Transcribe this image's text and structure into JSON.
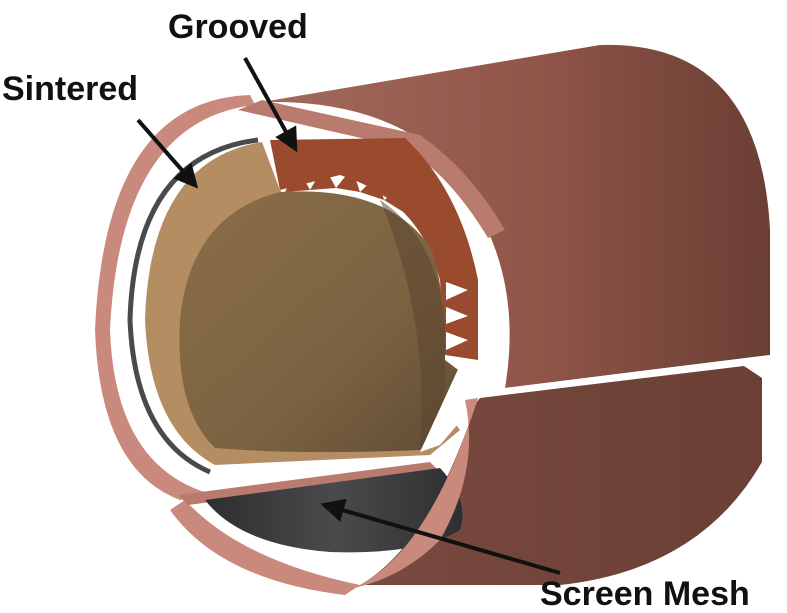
{
  "figure": {
    "labels": {
      "grooved": "Grooved",
      "sintered": "Sintered",
      "screen_mesh": "Screen Mesh"
    },
    "colors": {
      "outer_shell": "#8f5548",
      "outer_shell_dark": "#6b3e34",
      "rim": "#c98a7d",
      "sintered_layer": "#b58d63",
      "grooved_layer": "#9a4a2d",
      "inner_core": "#7b6241",
      "screen_mesh": "#3d3d3f",
      "liner": "#4a4a4a",
      "arrow": "#111111"
    }
  }
}
